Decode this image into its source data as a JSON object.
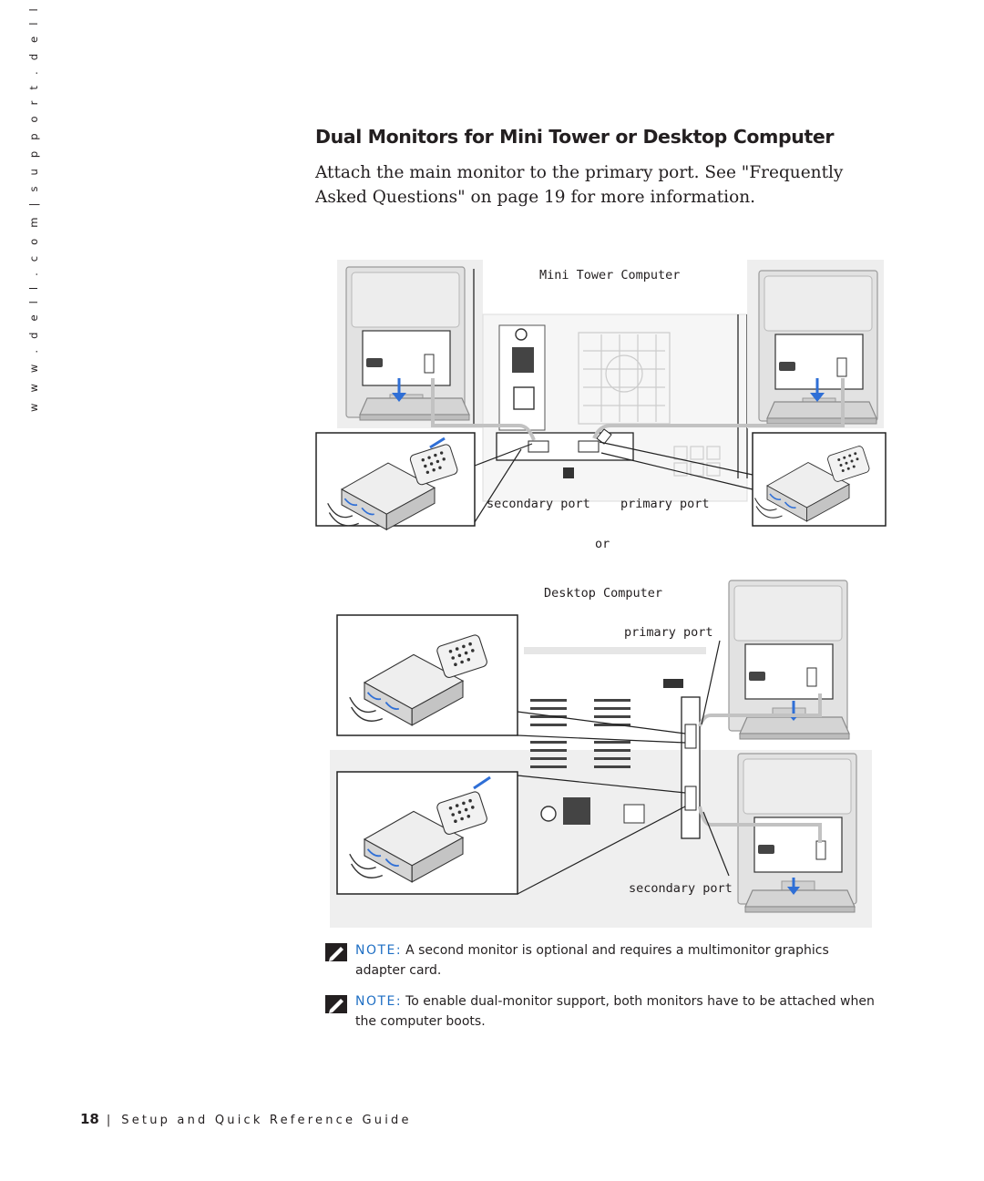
{
  "sidebar": {
    "url_text": "w w w . d e l l . c o m  |  s u p p o r t . d e l l . c o m"
  },
  "section": {
    "title": "Dual Monitors for Mini Tower or Desktop Computer",
    "intro": "Attach the main monitor to the primary port. See \"Frequently Asked Questions\" on page 19 for more information."
  },
  "diagram": {
    "mini_tower_label": "Mini Tower Computer",
    "secondary_port_top": "secondary port",
    "primary_port_top": "primary port",
    "or_label": "or",
    "desktop_label": "Desktop Computer",
    "primary_port_bottom": "primary port",
    "secondary_port_bottom": "secondary port",
    "accent_color": "#2f6fd6"
  },
  "notes": [
    {
      "label": "NOTE:",
      "text": "A second monitor is optional and requires a multimonitor graphics adapter card.",
      "icon": "note-pencil-icon"
    },
    {
      "label": "NOTE:",
      "text": "To enable dual-monitor support, both monitors have to be attached when the computer boots.",
      "icon": "note-pencil-icon"
    }
  ],
  "footer": {
    "page_number": "18",
    "separator": "|",
    "title": "Setup and Quick Reference Guide"
  }
}
